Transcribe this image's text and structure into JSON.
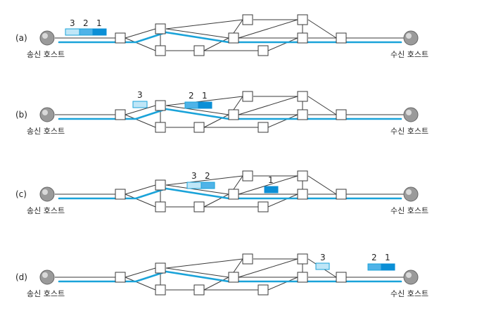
{
  "host_labels": {
    "sender": "송신 호스트",
    "receiver": "수신 호스트"
  },
  "colors": {
    "route": "#1aa3d9",
    "packet_1": "#0b8fd6",
    "packet_2": "#4fb3e8",
    "packet_3": "#bfe6f7",
    "link": "#3a3a3a"
  },
  "packet_labels": {
    "p1": "1",
    "p2": "2",
    "p3": "3"
  },
  "panels": [
    {
      "label": "(a)"
    },
    {
      "label": "(b)"
    },
    {
      "label": "(c)"
    },
    {
      "label": "(d)"
    }
  ]
}
